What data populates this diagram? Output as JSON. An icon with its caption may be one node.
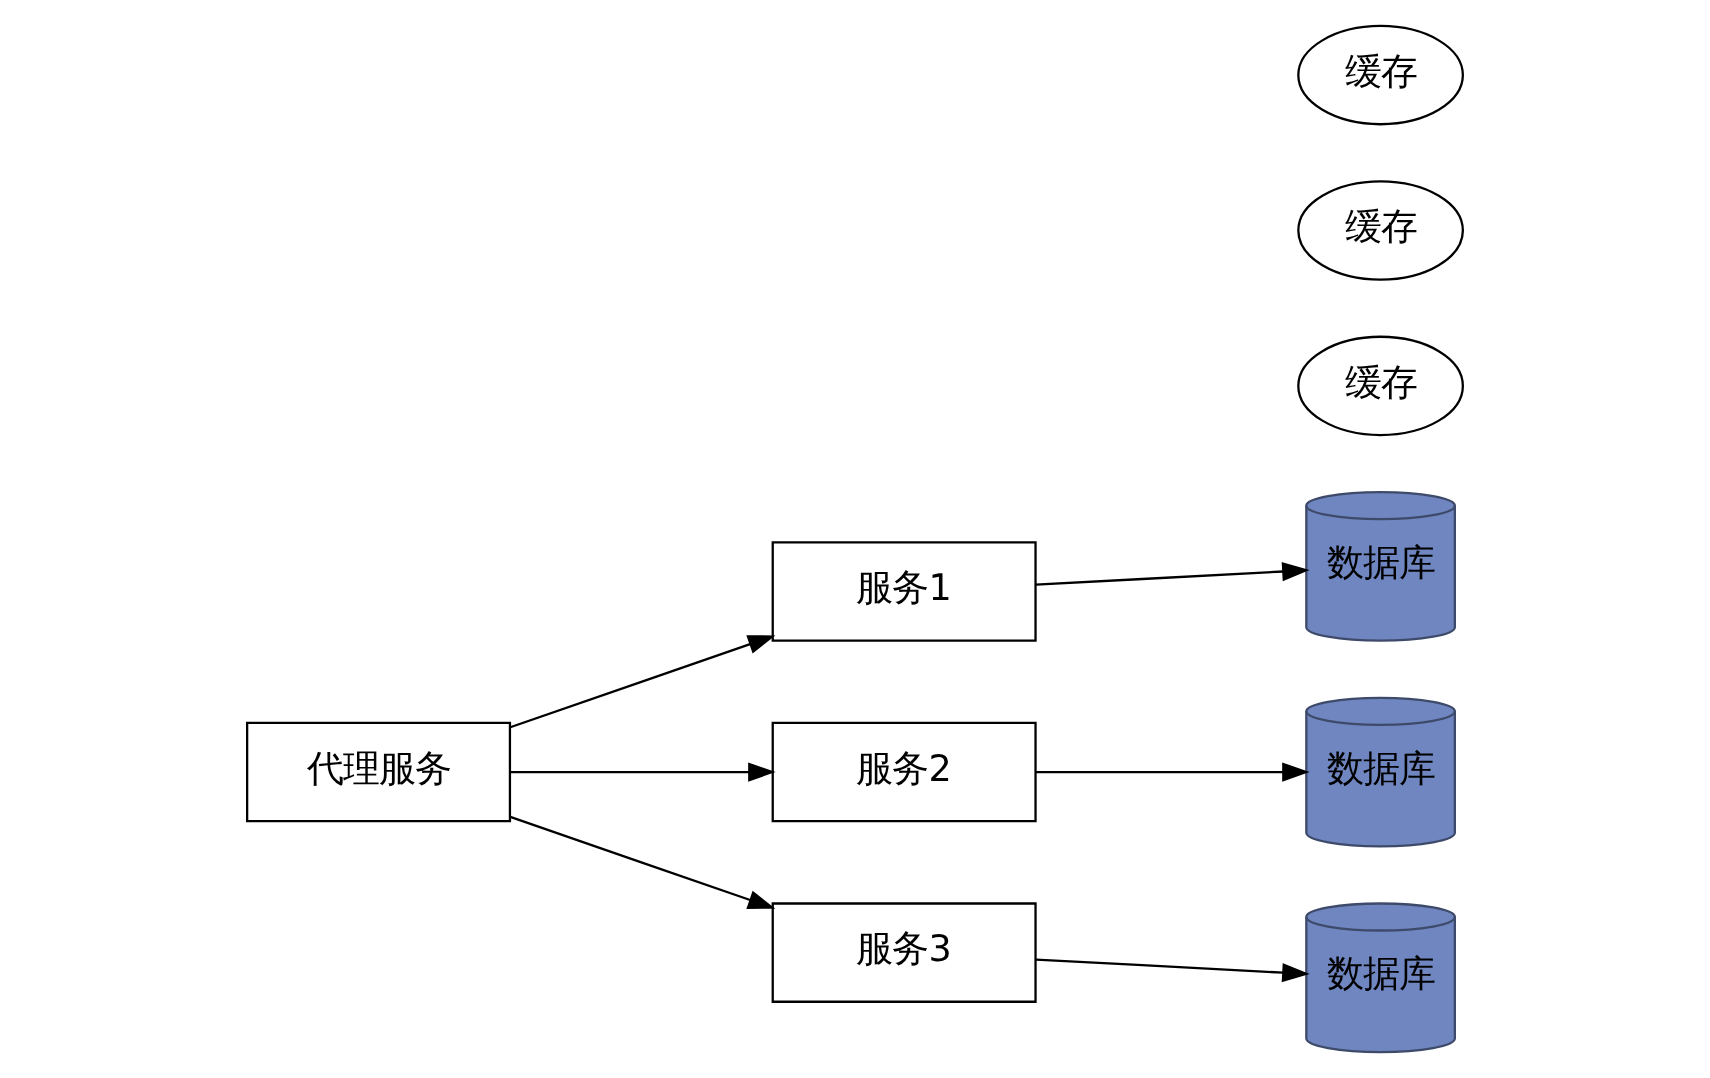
{
  "diagram": {
    "nodes": [
      {
        "text": [
          "代理服务"
        ]
      },
      {
        "text": [
          "服务1"
        ]
      },
      {
        "text": [
          "缓存"
        ]
      },
      {
        "text": [
          "数据库"
        ]
      },
      {
        "text": [
          "服务2"
        ]
      },
      {
        "text": [
          "缓存"
        ]
      },
      {
        "text": [
          "数据库"
        ]
      },
      {
        "text": [
          "服务3"
        ]
      },
      {
        "text": [
          "缓存"
        ]
      },
      {
        "text": [
          "数据库"
        ]
      }
    ],
    "edges": [
      {
        "from": 0,
        "to": 1,
        "arrow": "to"
      },
      {
        "from": 0,
        "to": 4,
        "arrow": "to"
      },
      {
        "from": 0,
        "to": 7,
        "arrow": "to"
      },
      {
        "from": 1,
        "to": 3,
        "arrow": "to"
      },
      {
        "from": 4,
        "to": 6,
        "arrow": "to"
      },
      {
        "from": 7,
        "to": 9,
        "arrow": "to"
      }
    ]
  }
}
